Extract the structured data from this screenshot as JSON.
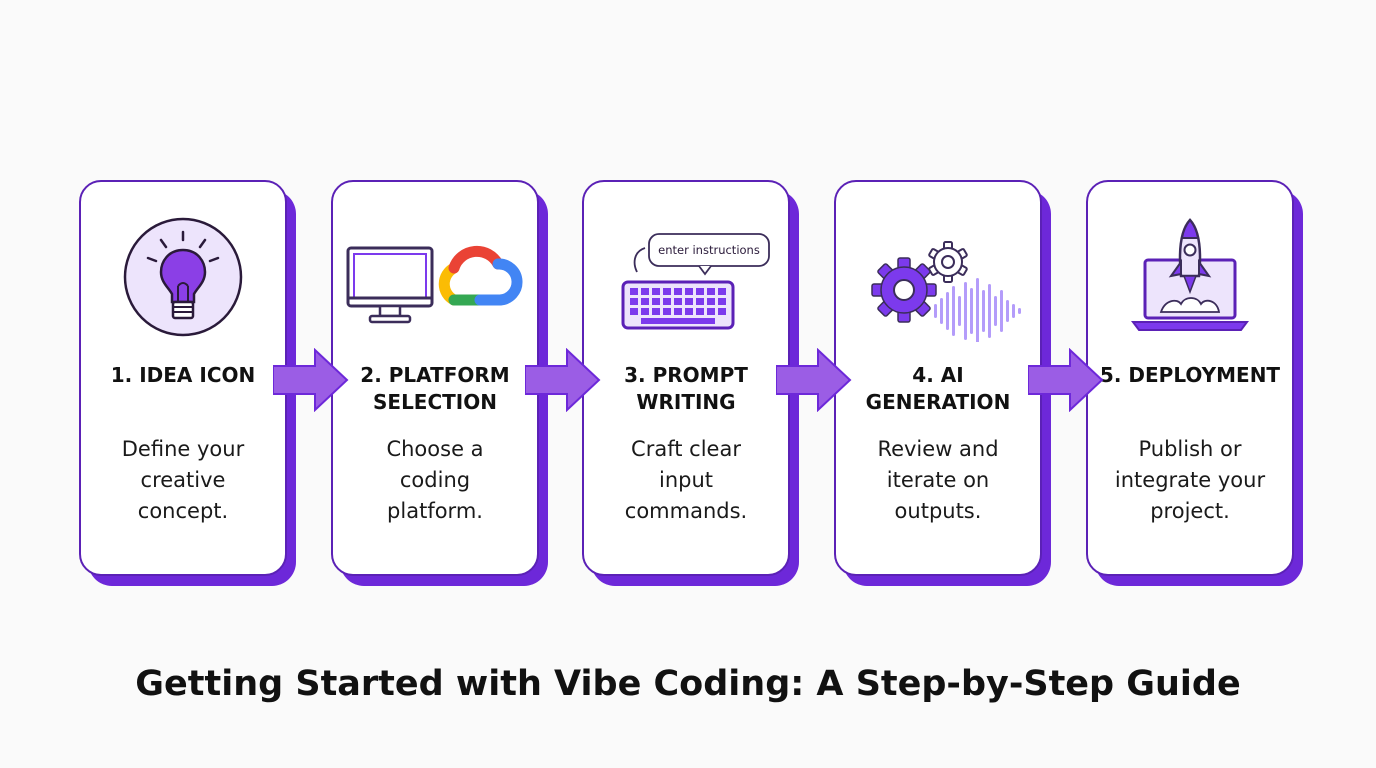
{
  "title": "Getting Started with Vibe Coding: A Step-by-Step Guide",
  "colors": {
    "accent": "#7c3aed",
    "accent_dark": "#5b21b6",
    "accent_light": "#ede4fc",
    "arrow": "#9b5de5"
  },
  "steps": [
    {
      "title": "1. IDEA ICON",
      "description": "Define your\ncreative\nconcept.",
      "icon": "lightbulb-icon"
    },
    {
      "title": "2. PLATFORM\nSELECTION",
      "description": "Choose a\ncoding\nplatform.",
      "icon": "monitor-and-cloud-icon"
    },
    {
      "title": "3. PROMPT\nWRITING",
      "description": "Craft clear\ninput\ncommands.",
      "icon": "keyboard-icon",
      "speech_bubble": "enter instructions"
    },
    {
      "title": "4. AI\nGENERATION",
      "description": "Review and\niterate on\noutputs.",
      "icon": "gears-waveform-icon"
    },
    {
      "title": "5. DEPLOYMENT",
      "description": "Publish or\nintegrate your\nproject.",
      "icon": "rocket-laptop-icon"
    }
  ]
}
